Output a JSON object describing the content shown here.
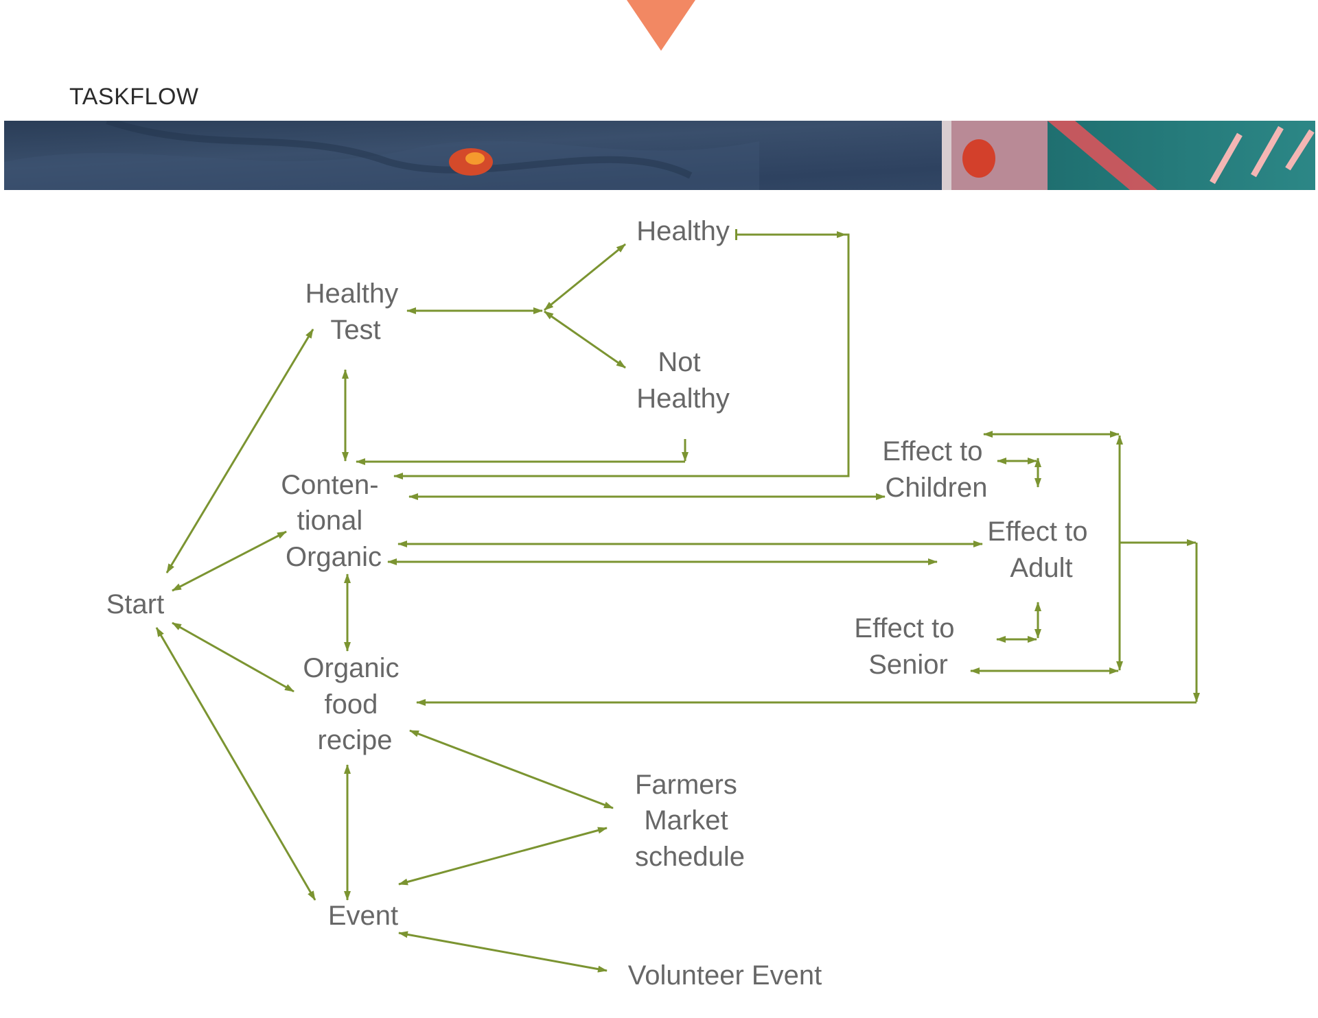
{
  "section_title": "TASKFLOW",
  "colors": {
    "accent_marker": "#f28863",
    "edge": "#7b9431",
    "node_text": "#676767",
    "title_text": "#2b2b2b"
  },
  "banner": {
    "description_icon": "photo-banner"
  },
  "nodes": {
    "start": [
      "Start"
    ],
    "healthy_test": [
      "Healthy",
      "Test"
    ],
    "healthy": [
      "Healthy"
    ],
    "not_healthy": [
      "Not",
      "Healthy"
    ],
    "contentional_organic": [
      "Conten-",
      "tional",
      "Organic"
    ],
    "effect_children": [
      "Effect to",
      "Children"
    ],
    "effect_adult": [
      "Effect to",
      "Adult"
    ],
    "effect_senior": [
      "Effect to",
      "Senior"
    ],
    "organic_food_recipe": [
      "Organic",
      "food",
      "recipe"
    ],
    "farmers_market": [
      "Farmers",
      "Market",
      "schedule"
    ],
    "event": [
      "Event"
    ],
    "volunteer_event": [
      "Volunteer Event"
    ]
  }
}
